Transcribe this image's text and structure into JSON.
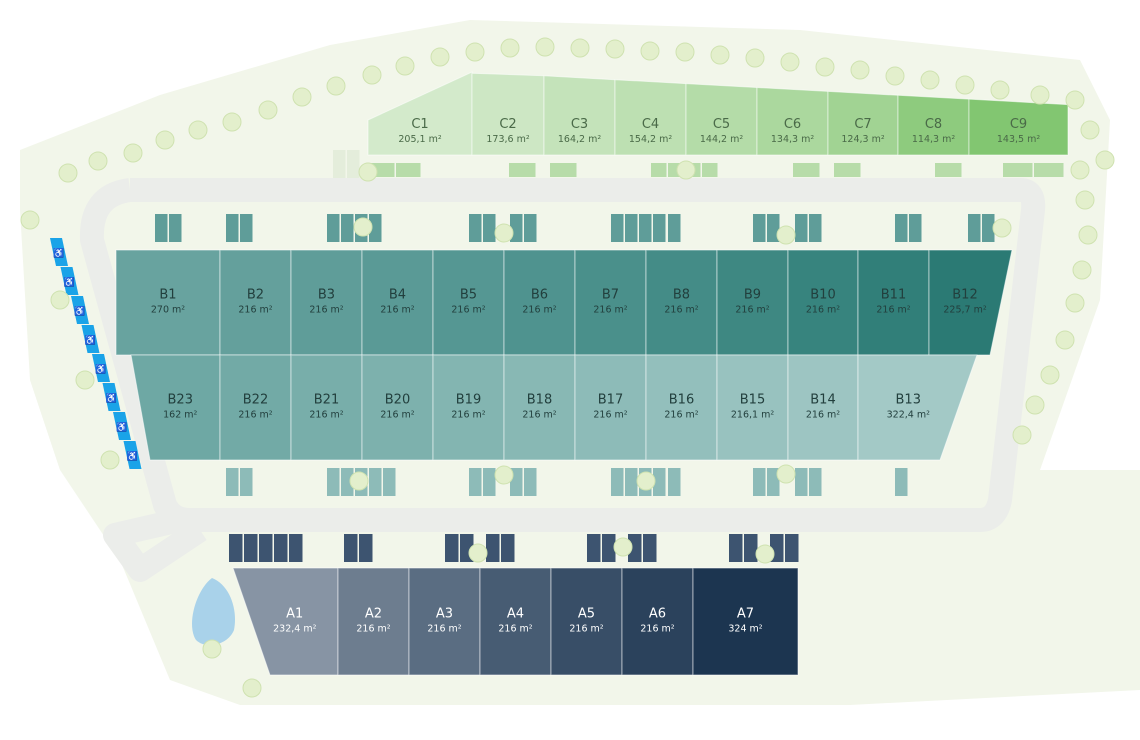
{
  "site_plan": {
    "area_unit": "m²",
    "rows": [
      {
        "id": "C",
        "lots": [
          {
            "name": "C1",
            "area": "205,1 m²",
            "color": "#d3eacb"
          },
          {
            "name": "C2",
            "area": "173,6 m²",
            "color": "#cde7c4"
          },
          {
            "name": "C3",
            "area": "164,2 m²",
            "color": "#c4e3ba"
          },
          {
            "name": "C4",
            "area": "154,2 m²",
            "color": "#bde0b2"
          },
          {
            "name": "C5",
            "area": "144,2 m²",
            "color": "#b4dca8"
          },
          {
            "name": "C6",
            "area": "134,3 m²",
            "color": "#abd89e"
          },
          {
            "name": "C7",
            "area": "124,3 m²",
            "color": "#a1d393"
          },
          {
            "name": "C8",
            "area": "114,3 m²",
            "color": "#8ecb7e"
          },
          {
            "name": "C9",
            "area": "143,5 m²",
            "color": "#82c671"
          }
        ]
      },
      {
        "id": "B-north",
        "lots": [
          {
            "name": "B1",
            "area": "270 m²",
            "color": "#68a39f"
          },
          {
            "name": "B2",
            "area": "216 m²",
            "color": "#64a09c"
          },
          {
            "name": "B3",
            "area": "216 m²",
            "color": "#5f9d99"
          },
          {
            "name": "B4",
            "area": "216 m²",
            "color": "#5a9a96"
          },
          {
            "name": "B5",
            "area": "216 m²",
            "color": "#559793"
          },
          {
            "name": "B6",
            "area": "216 m²",
            "color": "#4f938f"
          },
          {
            "name": "B7",
            "area": "216 m²",
            "color": "#4a908b"
          },
          {
            "name": "B8",
            "area": "216 m²",
            "color": "#448c87"
          },
          {
            "name": "B9",
            "area": "216 m²",
            "color": "#3e8882"
          },
          {
            "name": "B10",
            "area": "216 m²",
            "color": "#37847e"
          },
          {
            "name": "B11",
            "area": "216 m²",
            "color": "#317f79"
          },
          {
            "name": "B12",
            "area": "225,7 m²",
            "color": "#2b7a74"
          }
        ]
      },
      {
        "id": "B-south",
        "lots": [
          {
            "name": "B23",
            "area": "162 m²",
            "color": "#6ea8a4"
          },
          {
            "name": "B22",
            "area": "216 m²",
            "color": "#72aaa6"
          },
          {
            "name": "B21",
            "area": "216 m²",
            "color": "#78aeaa"
          },
          {
            "name": "B20",
            "area": "216 m²",
            "color": "#7db1ad"
          },
          {
            "name": "B19",
            "area": "216 m²",
            "color": "#83b5b1"
          },
          {
            "name": "B18",
            "area": "216 m²",
            "color": "#88b8b4"
          },
          {
            "name": "B17",
            "area": "216 m²",
            "color": "#8dbbb8"
          },
          {
            "name": "B16",
            "area": "216 m²",
            "color": "#93bfbc"
          },
          {
            "name": "B15",
            "area": "216,1 m²",
            "color": "#98c2bf"
          },
          {
            "name": "B14",
            "area": "216 m²",
            "color": "#9dc5c2"
          },
          {
            "name": "B13",
            "area": "322,4 m²",
            "color": "#a3c9c6"
          }
        ]
      },
      {
        "id": "A",
        "lots": [
          {
            "name": "A1",
            "area": "232,4 m²",
            "color": "#8794a4"
          },
          {
            "name": "A2",
            "area": "216 m²",
            "color": "#6d7d8f"
          },
          {
            "name": "A3",
            "area": "216 m²",
            "color": "#5a6d82"
          },
          {
            "name": "A4",
            "area": "216 m²",
            "color": "#475c73"
          },
          {
            "name": "A5",
            "area": "216 m²",
            "color": "#384e67"
          },
          {
            "name": "A6",
            "area": "216 m²",
            "color": "#2b425c"
          },
          {
            "name": "A7",
            "area": "324 m²",
            "color": "#1c3550"
          }
        ]
      }
    ],
    "colors": {
      "ground": "#f2f6ea",
      "road": "#ebedea",
      "road_edge": "#d5d9d4",
      "tree": "#e3efcc",
      "tree_edge": "#cfe2b0",
      "pond": "#a9d2ea",
      "accessible_parking": "#1aa3e8"
    },
    "icons": {
      "accessible_parking": "wheelchair-icon"
    }
  }
}
